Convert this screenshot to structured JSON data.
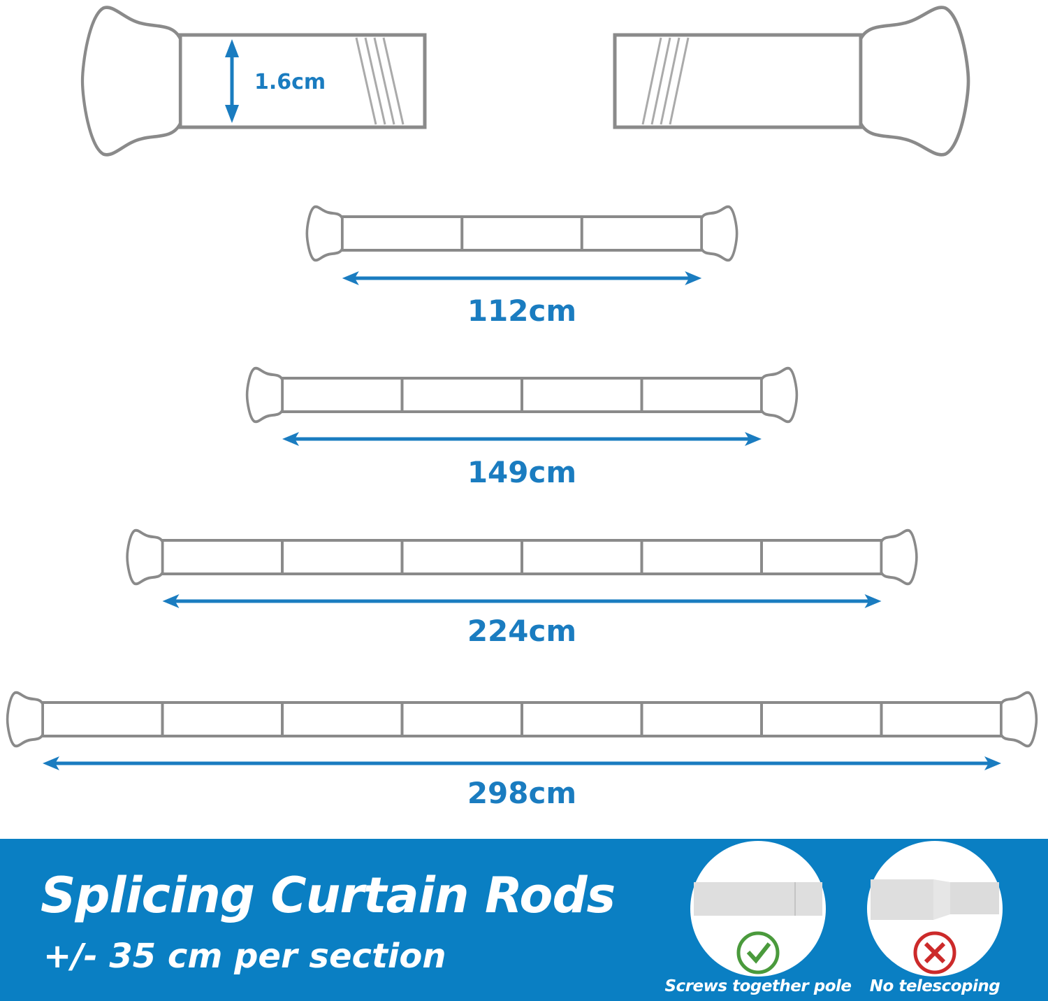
{
  "diameter_label": "1.6cm",
  "rods": [
    {
      "sections": 3,
      "length_label": "112cm"
    },
    {
      "sections": 4,
      "length_label": "149cm"
    },
    {
      "sections": 6,
      "length_label": "224cm"
    },
    {
      "sections": 8,
      "length_label": "298cm"
    }
  ],
  "banner": {
    "title": "Splicing Curtain Rods",
    "subtitle": "+/- 35 cm per section",
    "features": [
      {
        "caption": "Screws together pole",
        "icon": "check-icon",
        "color": "#4a9a3c"
      },
      {
        "caption": "No telescoping",
        "icon": "x-icon",
        "color": "#cc2a2a"
      }
    ]
  },
  "colors": {
    "accent": "#1a7cc0",
    "outline": "#8a8a8a",
    "banner": "#0a7fc3"
  }
}
